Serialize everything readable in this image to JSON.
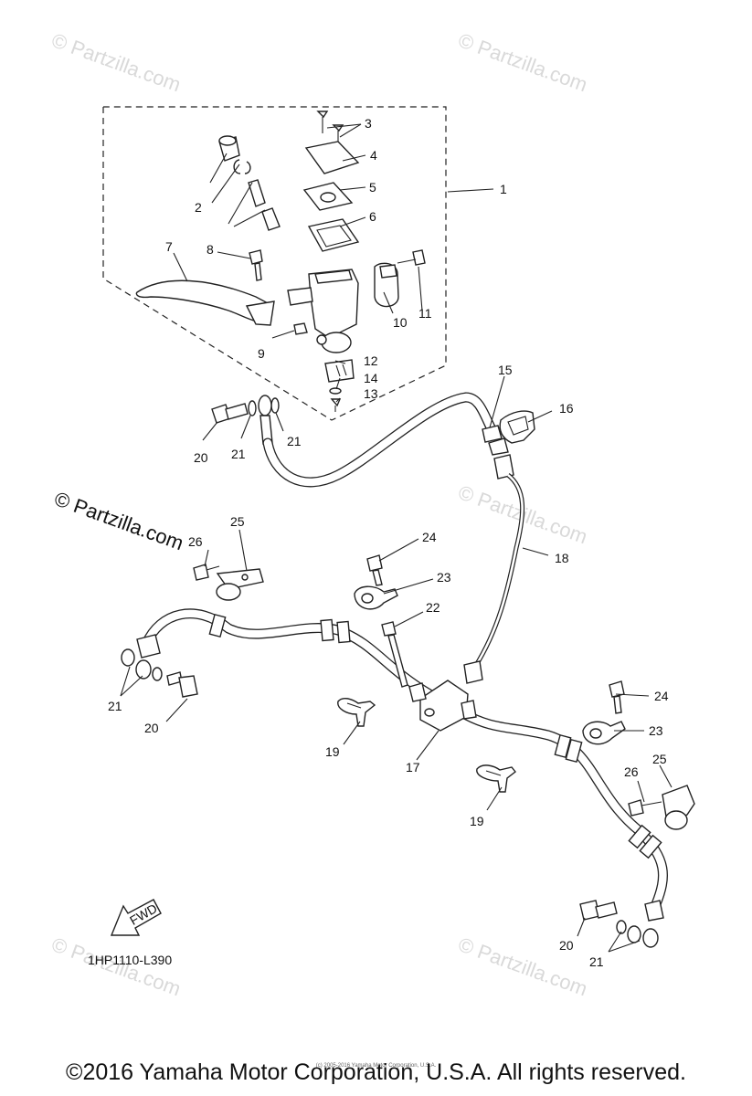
{
  "watermarks": {
    "faint": "© Partzilla.com",
    "dark": "© Partzilla.com"
  },
  "callouts": {
    "c1": "1",
    "c2": "2",
    "c3": "3",
    "c4": "4",
    "c5": "5",
    "c6": "6",
    "c7": "7",
    "c8": "8",
    "c9": "9",
    "c10": "10",
    "c11": "11",
    "c12": "12",
    "c13": "13",
    "c14": "14",
    "c15": "15",
    "c16": "16",
    "c17": "17",
    "c18": "18",
    "c19a": "19",
    "c19b": "19",
    "c20a": "20",
    "c20b": "20",
    "c20c": "20",
    "c21a": "21",
    "c21b": "21",
    "c21c": "21",
    "c21d": "21",
    "c22": "22",
    "c23a": "23",
    "c23b": "23",
    "c24a": "24",
    "c24b": "24",
    "c25a": "25",
    "c25b": "25",
    "c26a": "26",
    "c26b": "26"
  },
  "fwd_label": "FWD",
  "diagram_code": "1HP1110-L390",
  "copyright": "©2016 Yamaha Motor Corporation, U.S.A. All rights reserved.",
  "tiny_copyright": "(c) 2005-2016 Yamaha Motor Corporation, U.S.A."
}
